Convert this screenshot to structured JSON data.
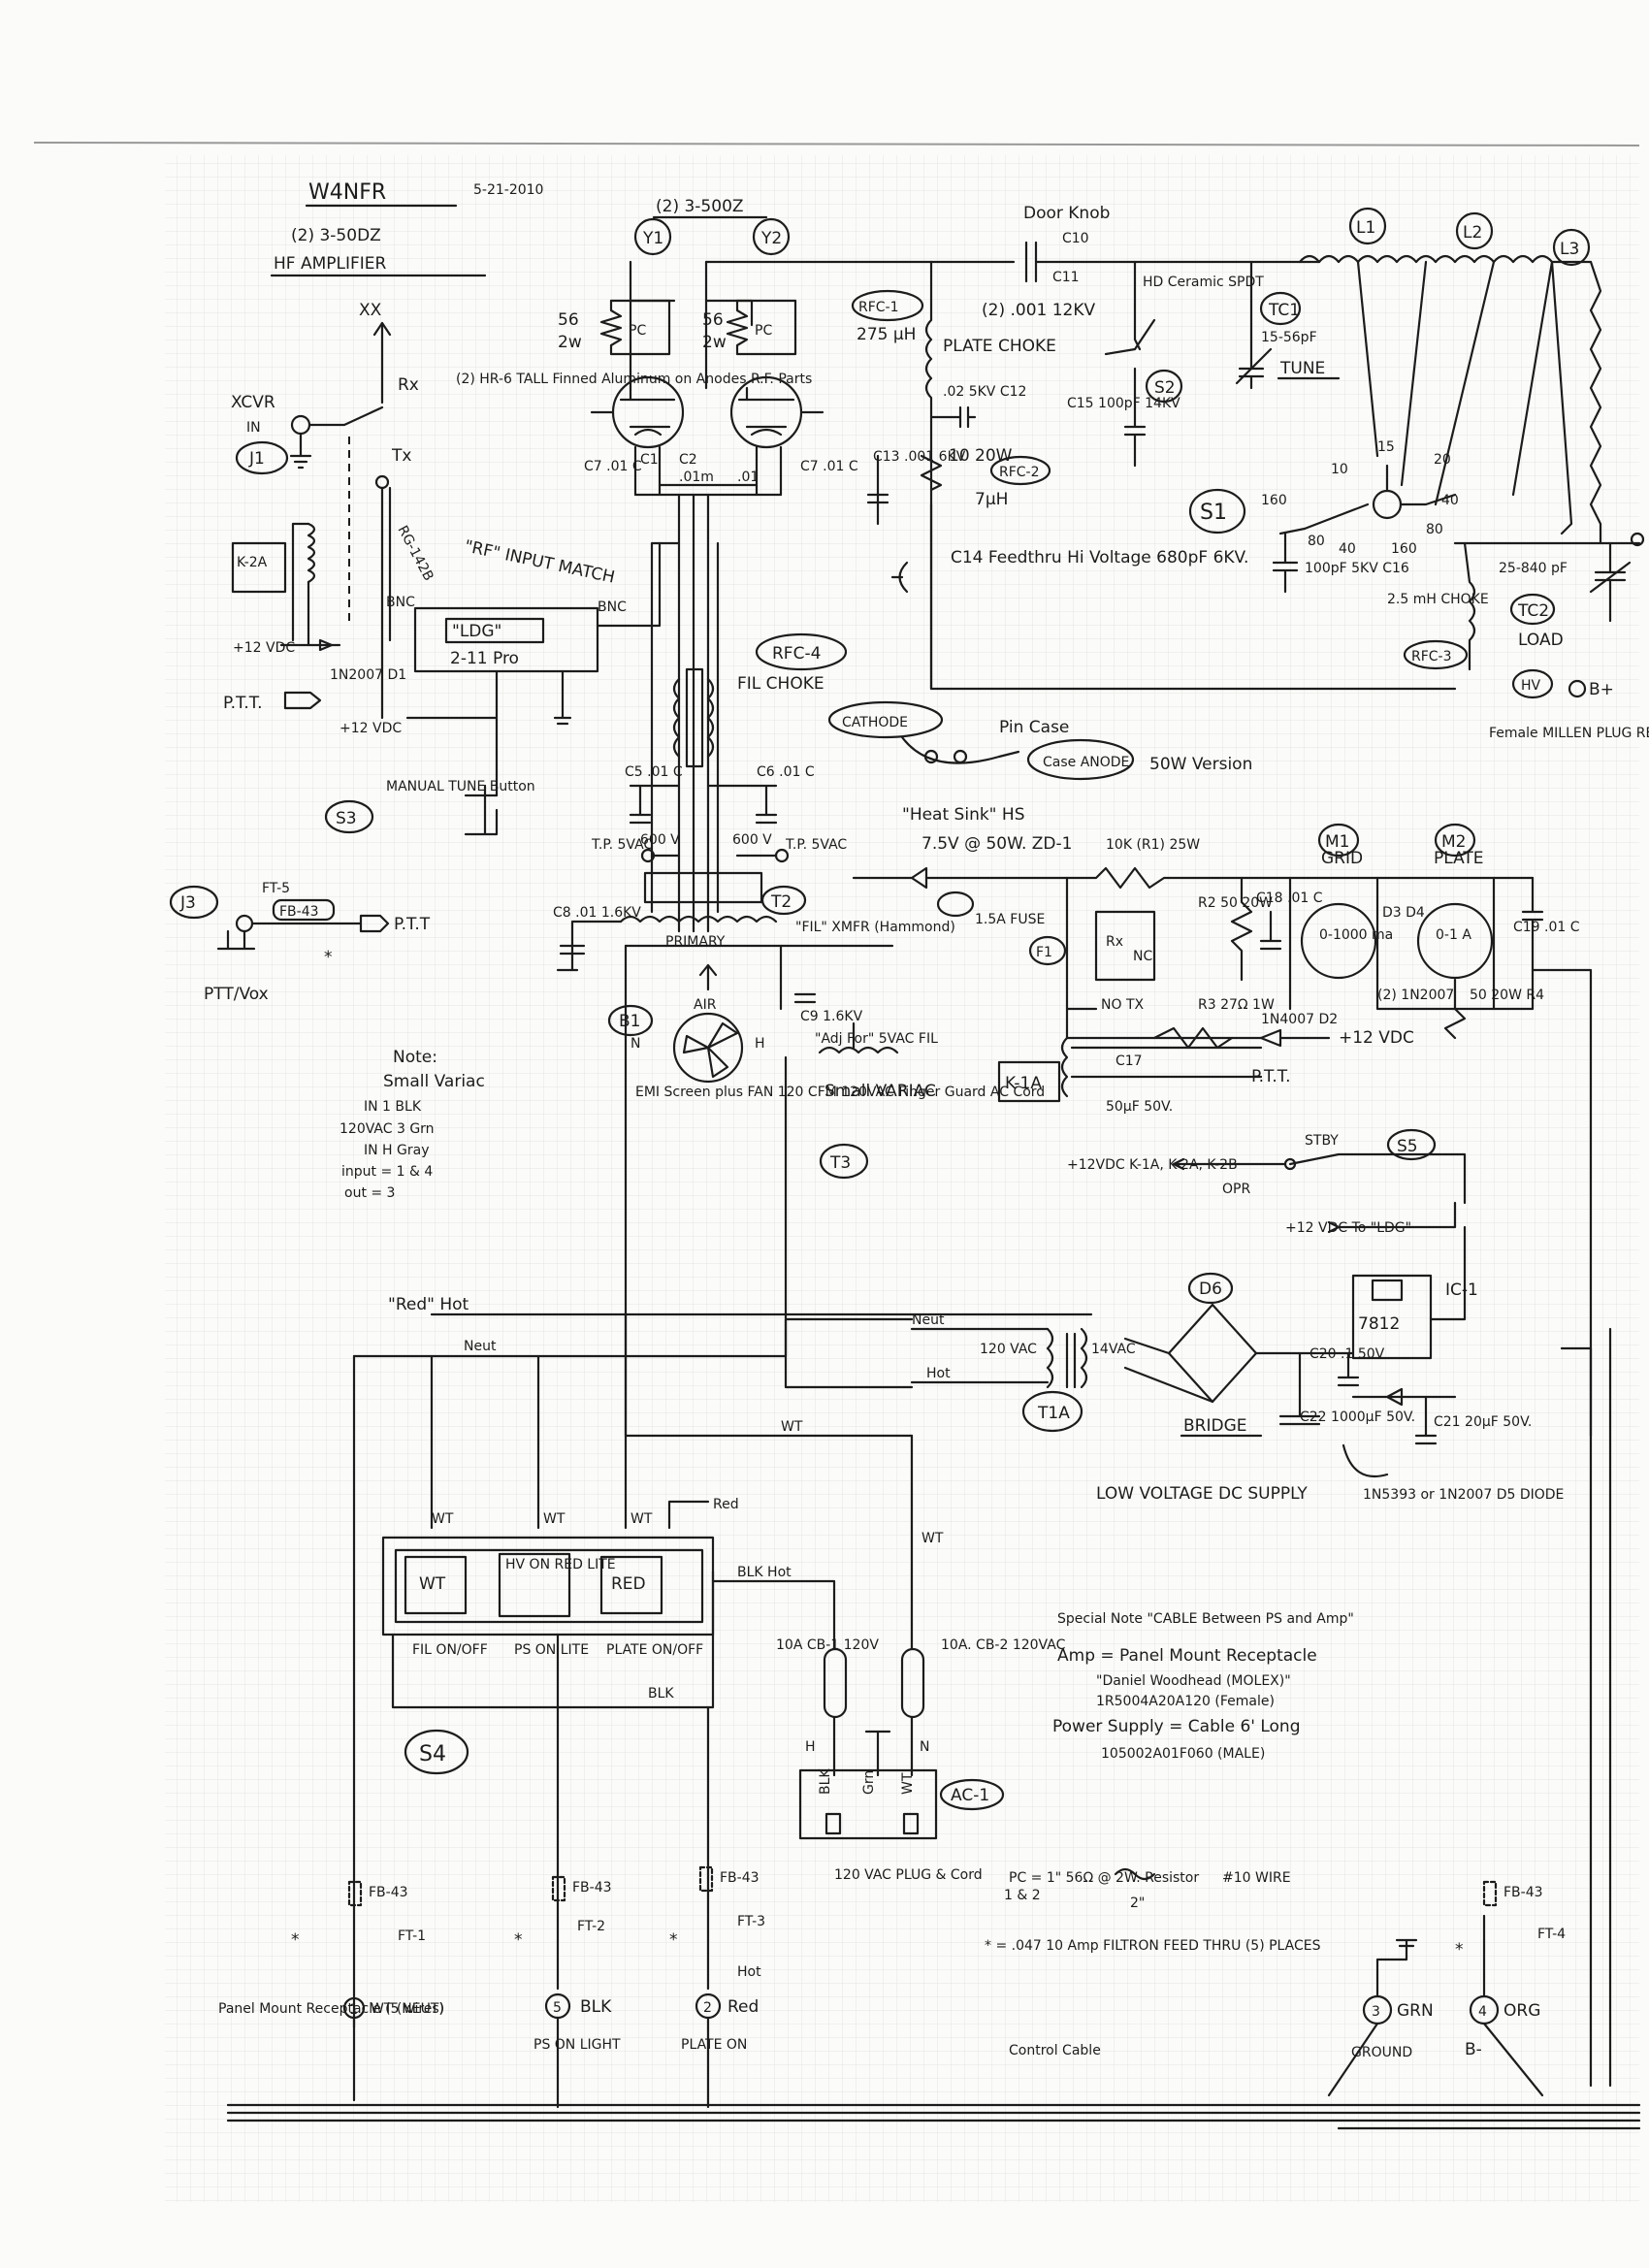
{
  "header": {
    "callsign": "W4NFR",
    "date": "5-21-2010",
    "tubes_top": "(2) 3-500Z",
    "subtitle_tubes": "(2) 3-50DZ",
    "subtitle": "HF AMPLIFIER"
  },
  "labels": {
    "y1": "Y1",
    "y2": "Y2",
    "xx": "XX",
    "rx": "Rx",
    "tx": "Tx",
    "xcvr": "XCVR",
    "in": "IN",
    "j1": "J1",
    "pc_res_left": "56",
    "pc_res_left_w": "2w",
    "pc_res_right": "56",
    "pc_res_right_w": "2w",
    "pc": "PC",
    "anodes_note": "(2) HR-6 TALL Finned Aluminum on Anodes R.F. Parts",
    "rg142": "RG-142B",
    "rf_input_match": "\"RF\" INPUT MATCH",
    "bnc_left": "BNC",
    "bnc_right": "BNC",
    "ldg": "\"LDG\"",
    "ldg_model": "2-11 Pro",
    "k2a": "K-2A",
    "plus12_left": "+12 VDC",
    "diode_1n2007": "1N2007 D1",
    "ptt_left": "P.T.T.",
    "plus12_ldg": "+12 VDC",
    "manual_tune": "MANUAL TUNE Button",
    "s3": "S3",
    "j3": "J3",
    "ft5": "FT-5",
    "fb43_j3": "FB-43",
    "ptt_j3": "P.T.T",
    "ptt_vox": "PTT/Vox",
    "door_knob": "Door Knob",
    "c10": "C10",
    "c11": "C11",
    "door_knob_cap": "(2) .001 12KV",
    "rfc1": "RFC-1",
    "rfc1_val": "275 µH",
    "plate_choke": "PLATE CHOKE",
    "c12": ".02 5KV C12",
    "c13": "C13 .001 6KV",
    "rfc2_res": "10 20W",
    "rfc2": "RFC-2",
    "rfc2_val": "7µH",
    "c14": "C14 Feedthru Hi Voltage 680pF 6KV.",
    "hd_switch": "HD Ceramic SPDT",
    "s2": "S2",
    "c15": "C15 100pF 14KV",
    "tc1": "TC1",
    "tc1_val": "15-56pF",
    "tune": "TUNE",
    "l1": "L1",
    "l2": "L2",
    "l3": "L3",
    "s1": "S1",
    "band_15": "15",
    "band_10": "10",
    "band_20": "20",
    "band_40": "40",
    "band_80": "80",
    "band_160": "160",
    "c16": "100pF 5KV C16",
    "choke_rfc3": "2.5 mH CHOKE",
    "rfc3": "RFC-3",
    "tc2_val": "25-840 pF",
    "tc2": "TC2",
    "load": "LOAD",
    "hv": "HV",
    "bplus": "B+",
    "female_plug": "Female MILLEN PLUG RED",
    "c7_left": "C7 .01 C",
    "c1": "C1",
    "c2": "C2",
    "c3": ".01m",
    "c4": ".01",
    "c7_right": "C7 .01 C",
    "rfc4": "RFC-4",
    "fil_choke": "FIL CHOKE",
    "c5": "C5 .01 C",
    "c6": "C6 .01 C",
    "c5_v": "600 V",
    "c6_v": "600 V",
    "cathode": "CATHODE",
    "pin_case": "Pin Case",
    "case_anode": "Case ANODE",
    "version_50w": "50W Version",
    "heat_sink": "\"Heat Sink\" HS",
    "zd1": "7.5V @ 50W. ZD-1",
    "r1": "10K (R1) 25W",
    "fuse": "1.5A FUSE",
    "f1": "F1",
    "tp_left": "T.P. 5VAC",
    "tp_right": "T.P. 5VAC",
    "c8": "C8 .01 1.6KV",
    "t2": "T2",
    "primary": "PRIMARY",
    "fil_xmfr": "\"FIL\" XMFR (Hammond)",
    "c9": "C9 1.6KV",
    "adj_for": "\"Adj For\" 5VAC FIL",
    "air": "AIR",
    "b1": "B1",
    "fan_label": "EMI Screen plus FAN 120 CFM 120VAC Finger Guard AC Cord",
    "small_variac": "Small VARIAC",
    "t3": "T3",
    "note_title": "Note:",
    "note_line1": "Small Variac",
    "note_line2": "IN 1 BLK",
    "note_line3": "120VAC 3 Grn",
    "note_line4": "IN H Gray",
    "note_line5": "input = 1 & 4",
    "note_line6": "out = 3",
    "rx_relay": "Rx",
    "nc": "NC",
    "no_tx": "NO TX",
    "r2": "R2 50 20W",
    "c18": "C18 .01 C",
    "m1": "M1",
    "grid": "GRID",
    "m1_range": "0-1000 ma",
    "m2": "M2",
    "plate": "PLATE",
    "m2_range": "0-1 A",
    "d2d4": "D3 D4",
    "diodes_2x": "(2) 1N2007",
    "r4": "50 20W R4",
    "c19": "C19 .01 C",
    "r3": "R3 27Ω 1W",
    "d2": "1N4007 D2",
    "plus12_relay": "+12 VDC",
    "ptt_relay": "P.T.T.",
    "k1a": "K-1A",
    "c17": "C17",
    "c17_val": "50µF 50V.",
    "stby": "STBY",
    "s5": "S5",
    "opr": "OPR",
    "k_relays": "+12VDC K-1A, K-2A, K-2B",
    "to_ldg": "+12 VDC To \"LDG\"",
    "d6": "D6",
    "ic1": "IC-1",
    "reg": "7812",
    "neut_t1": "Neut",
    "hot_t1": "Hot",
    "t1_primary": "120 VAC",
    "t1_secondary": "14VAC",
    "t1a": "T1A",
    "bridge": "BRIDGE",
    "c20": "C20 .1 50V",
    "c22": "C22 1000µF 50V.",
    "c21": "C21 20µF 50V.",
    "lv_supply": "LOW VOLTAGE DC SUPPLY",
    "d5": "1N5393 or 1N2007 D5 DIODE",
    "red_hot": "\"Red\" Hot",
    "neut_main": "Neut",
    "wt_bus": "WT",
    "wt1": "WT",
    "wt2": "WT",
    "wt3": "WT",
    "red_wire": "Red",
    "sw_wt": "WT",
    "sw_hv": "HV ON RED LITE",
    "sw_red": "RED",
    "fil_onoff": "FIL ON/OFF",
    "ps_on_lite": "PS ON LITE",
    "plate_onoff": "PLATE ON/OFF",
    "blk_sw": "BLK",
    "s4": "S4",
    "blk_hot": "BLK Hot",
    "wt_cb": "WT",
    "cb1": "10A CB-1 120V",
    "cb2": "10A. CB-2 120VAC",
    "h_label": "H",
    "n_label": "N",
    "ac1_blk": "BLK",
    "ac1_grn": "Grn",
    "ac1_wt": "WT",
    "ac1": "AC-1",
    "plug_cord": "120 VAC PLUG & Cord",
    "special_note": "Special Note \"CABLE Between PS and Amp\"",
    "amp_recept": "Amp = Panel Mount Receptacle",
    "daniel_woodhead": "\"Daniel Woodhead (MOLEX)\"",
    "part_recept": "1R5004A20A120 (Female)",
    "ps_cable": "Power Supply = Cable 6' Long",
    "part_cable": "105002A01F060 (MALE)",
    "pc_def": "PC = 1\" 56Ω @ 2W. Resistor",
    "pc_wire": "#10 WIRE",
    "pc_12": "1 & 2",
    "pc_2in": "2\"",
    "ft_def": "* = .047 10 Amp FILTRON FEED THRU (5) PLACES",
    "fb43_1": "FB-43",
    "fb43_2": "FB-43",
    "fb43_3": "FB-43",
    "fb43_4": "FB-43",
    "ft1": "FT-1",
    "ft2": "FT-2",
    "ft3": "FT-3",
    "ft4": "FT-4",
    "pin1": "1",
    "pin1_label": "WT (NEUT)",
    "pin5": "5",
    "pin5_label": "BLK",
    "pin2": "2",
    "pin2_label": "Red",
    "pin3": "3",
    "pin3_label": "GRN",
    "pin4": "4",
    "pin4_label": "ORG",
    "hot_pin2": "Hot",
    "panel_recept": "Panel Mount Receptacle (5 wires)",
    "ps_on_light": "PS ON LIGHT",
    "plate_on": "PLATE ON",
    "control_cable": "Control Cable",
    "ground": "GROUND",
    "bminus": "B-"
  }
}
